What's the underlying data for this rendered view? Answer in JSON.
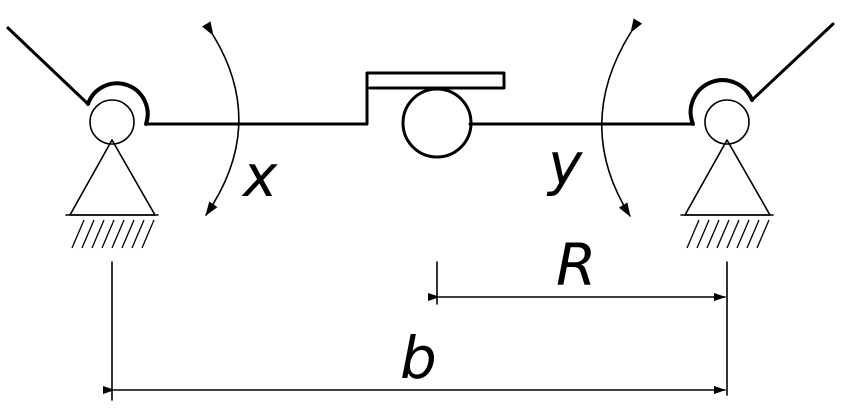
{
  "labels": {
    "x": "x",
    "y": "y",
    "R": "R",
    "b": "b"
  }
}
